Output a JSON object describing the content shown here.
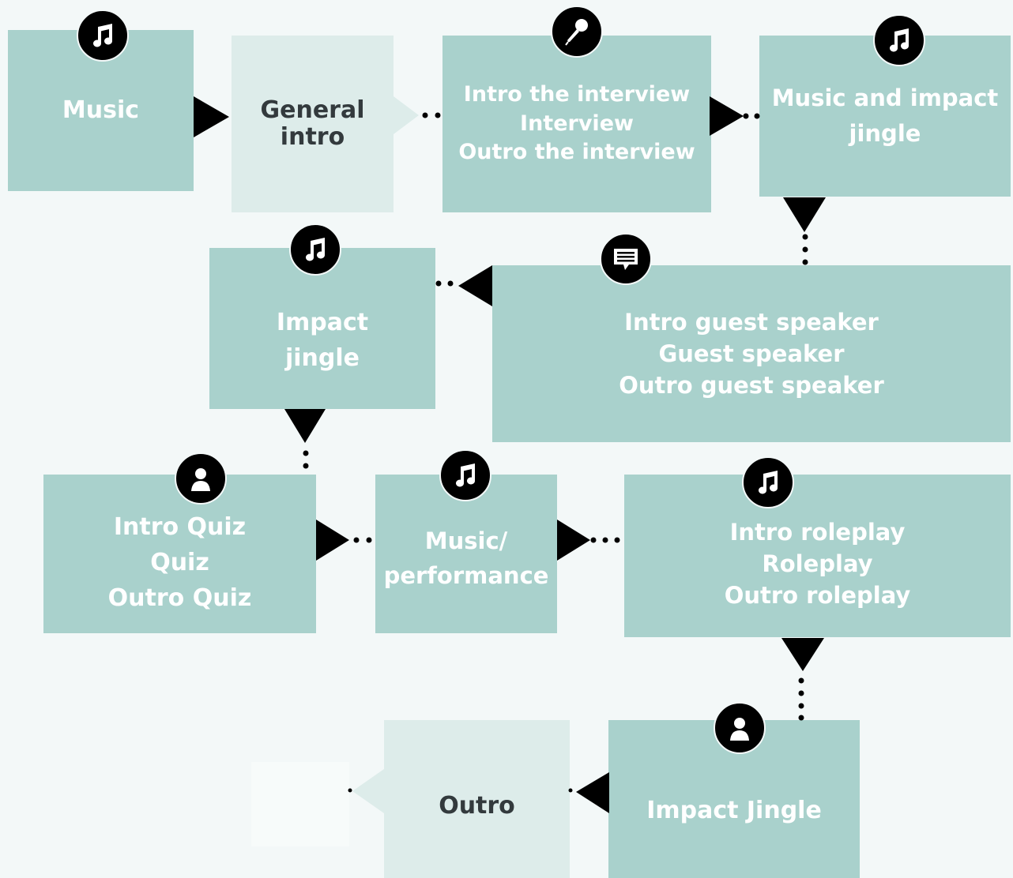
{
  "diagram": {
    "nodes": {
      "music": "Music",
      "general_intro": "General\nintro",
      "interview": "Intro the interview\nInterview\nOutro the interview",
      "music_impact": "Music and impact\njingle",
      "guest": "Intro guest speaker\nGuest speaker\nOutro guest speaker",
      "impact_jingle": "Impact\njingle",
      "quiz": "Intro Quiz\nQuiz\nOutro Quiz",
      "performance": "Music/\nperformance",
      "roleplay": "Intro roleplay\nRoleplay\nOutro roleplay",
      "impact_jingle_2": "Impact Jingle",
      "outro": "Outro"
    },
    "icons": {
      "music": "music-note-icon",
      "interview": "microphone-icon",
      "music_impact": "music-note-icon",
      "guest": "speech-bubble-icon",
      "impact_jingle": "music-note-icon",
      "quiz": "person-icon",
      "performance": "music-note-icon",
      "roleplay": "music-note-icon",
      "impact_jingle_2": "person-icon"
    },
    "colors": {
      "background": "#f3f8f8",
      "box": "#a9d1cc",
      "box_light": "#ddecea",
      "text_light": "#ffffff",
      "text_dark": "#333a3d",
      "arrow": "#000000"
    }
  }
}
